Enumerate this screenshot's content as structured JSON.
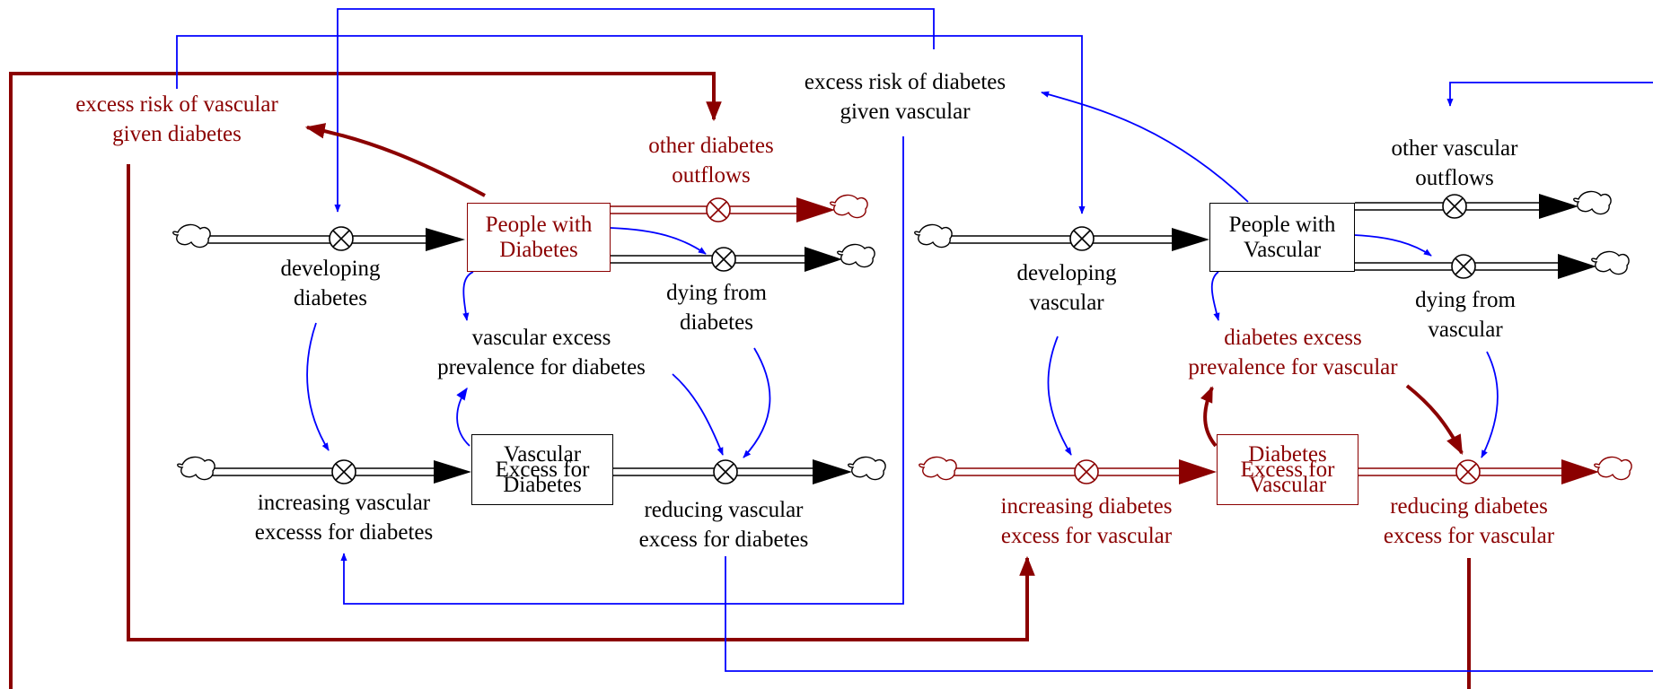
{
  "colors": {
    "black": "#000000",
    "dark_red": "#8b0000",
    "blue": "#0000ff"
  },
  "icons": [
    "cloud-source-icon",
    "valve-icon",
    "arrowhead-icon"
  ],
  "stocks": {
    "people_with_diabetes": [
      "People with",
      "Diabetes"
    ],
    "vascular_excess_for_diabetes": [
      "Vascular",
      "Excess for",
      "Diabetes"
    ],
    "people_with_vascular": [
      "People with",
      "Vascular"
    ],
    "diabetes_excess_for_vascular": [
      "Diabetes",
      "Excess for",
      "Vascular"
    ]
  },
  "flows": {
    "developing_diabetes": [
      "developing",
      "diabetes"
    ],
    "dying_from_diabetes": [
      "dying from",
      "diabetes"
    ],
    "other_diabetes_outflows": [
      "other diabetes",
      "outflows"
    ],
    "increasing_vascular_excess_for_diabetes": [
      "increasing vascular",
      "excesss for diabetes"
    ],
    "reducing_vascular_excess_for_diabetes": [
      "reducing vascular",
      "excess for diabetes"
    ],
    "developing_vascular": [
      "developing",
      "vascular"
    ],
    "dying_from_vascular": [
      "dying from",
      "vascular"
    ],
    "other_vascular_outflows": [
      "other vascular",
      "outflows"
    ],
    "increasing_diabetes_excess_for_vascular": [
      "increasing diabetes",
      "excess for vascular"
    ],
    "reducing_diabetes_excess_for_vascular": [
      "reducing diabetes",
      "excess for vascular"
    ]
  },
  "auxiliaries": {
    "excess_risk_of_vascular_given_diabetes": [
      "excess risk of vascular",
      "given diabetes"
    ],
    "excess_risk_of_diabetes_given_vascular": [
      "excess risk of diabetes",
      "given vascular"
    ],
    "vascular_excess_prevalence_for_diabetes": [
      "vascular excess",
      "prevalence for diabetes"
    ],
    "diabetes_excess_prevalence_for_vascular": [
      "diabetes excess",
      "prevalence for vascular"
    ]
  }
}
